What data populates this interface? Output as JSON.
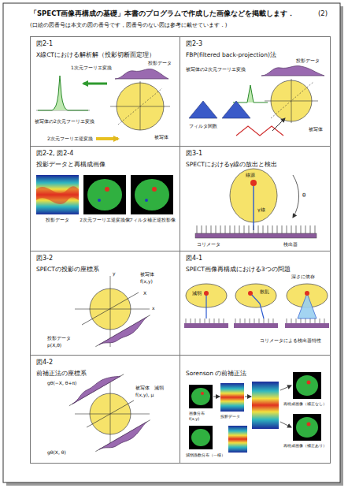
{
  "diagram": {
    "title": "「SPECT画像再構成の基礎」本書のプログラムで作成した画像などを掲載します．",
    "nodes": [
      {
        "text": [
          "図2-1",
          "X線CTにおける解析解（投影切断面定理）"
        ]
      },
      {
        "text": [
          "図2-3",
          "FBP(filtered back-projection)法"
        ]
      },
      {
        "text": [
          "図2-2, 図2-4",
          "投影データと再構成画像"
        ]
      },
      {
        "text": [
          "図3-1",
          "SPECTにおけるγ線の放出と検出"
        ]
      },
      {
        "text": [
          "図3-2",
          "SPECTの投影の座標系"
        ]
      },
      {
        "text": [
          "図4-1",
          "SPECT画像再構成における3つの問題"
        ]
      },
      {
        "text": [
          "図4-2",
          "前補正法の座標系"
        ]
      },
      {
        "text": [
          "Sorenson の前補正法"
        ]
      }
    ],
    "labels": [
      "(2)",
      "(口絵の図番号は本文の図の番号です，図番号のない図は参考に載せています．)",
      "投影データ",
      "被写体",
      "1次元フーリエ変換",
      "2次元フーリエ逆変換",
      "被写体の2次元フーリエ変換",
      "投影データ",
      "被写体",
      "フィルタ関数",
      "被写体の2次元フーリエ変換",
      "投影データ",
      "2次元フーリエ逆変換像",
      "フィルタ補正逆投影像",
      "線源",
      "γ線",
      "コリメータ",
      "検出器",
      "θ",
      "被写体",
      "f(x,y)",
      "投影データ",
      "p(X,θ)",
      "減弱",
      "散乱",
      "深さに依存",
      "コリメータによる検出器特性",
      "gθ(−X, θ+π)",
      "被写体",
      "減弱",
      "f(x,y), μ",
      "gθ(X, θ)",
      "画像分布",
      "f(x,y)",
      "投影データ",
      "再構成画像（補正なし）",
      "再構成画像（補正あり）",
      "減弱係数分布（一様）",
      "x",
      "y",
      "X"
    ]
  }
}
